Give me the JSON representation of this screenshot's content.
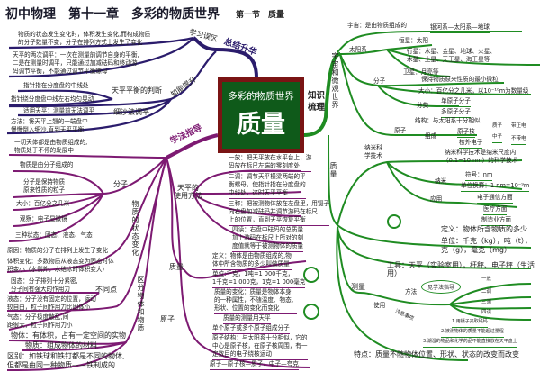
{
  "header": {
    "title": "初中物理　第十一章　多彩的物质世界",
    "section": "第一节　质量"
  },
  "center": {
    "subtitle": "多彩的物质世界",
    "title": "质量"
  },
  "branches": {
    "summary": "总结升华",
    "mistakes": "学习误区",
    "ability": "知能提升",
    "method": "学法指导",
    "knowledge": "知识梳理"
  },
  "left_top": [
    "物质的状态发生变化时，体积发生变化,而构成物质\n的分子数量不变，分子在排列方式上发生了变化",
    "天平的两次调平：一次在测量前调节自身的平衡,\n二是在测量时调平，只能通过加减砝码和移动游\n码调节平衡，不能通过调节平衡螺母",
    "指针指在分度盘的中线处",
    "指针绕分度盘中线左右均匀晃动",
    "天平平衡的判断",
    "适用天平：测量前无法调平",
    "细沙法调平",
    "方法：将天平上翘的一端盘中\n慢慢倒入细沙,直到天平平衡"
  ],
  "left_mid": [
    "一切天体都是由物质组成的,\n物质处于不停的发展中",
    "物质是由分子组成的",
    "分子是保持物质\n原来性质的粒子",
    "大小：百亿分之几米",
    "观察：电子显微镜",
    "三种状态：固态、液态、气态",
    "原因：物质的分子在排列上发生了变化",
    "体积变化：多数物质从液态变为固态时体\n积变小（水例外，水结冰时体积变大）",
    "分子",
    "物质的状态变化",
    "固态：分子排列十分紧密,\n分子间有强大的作用力",
    "不同点",
    "液态：分子没有固定的位置，运动\n较自由，粒子间作用力比固体小",
    "气态：分子极度散乱,间\n距很大，粒子间作用力小",
    "物体：有体积，占有一定空间的实物",
    "物质：组成物体的材料",
    "区别：如铁球和铁钉都是不同的物体,\n但都是由同一种物质——铁制成的",
    "区分物体和物质"
  ],
  "middle": [
    "天平的\n使用方法",
    "一放：把天平放在水平台上，游\n码放在标尺左端的零刻度处",
    "二调：调节天平横梁两端的平\n衡螺母，使指针指在分度盘的\n中线处，这时天平平衡",
    "三称：把被测物体放在左盘里，用镊子\n向右盘加减砝码并调节游码在标尺\n上的位置，直到天平恢复平衡",
    "四读：右盘中砝码的总质量\n加上游码在标尺上所对的刻\n度值就等于被测物体的质量",
    "定义：物体是由物质组成的,物\n体中所含物质的多少叫做质量",
    "单位:千克，1吨=1 000千克，\n1千克=1 000克，1克=1 000毫克",
    "质量的变化：质量是物体本身\n的一种属性，不随温度、物态、\n形状、位置的变化而变化",
    "质量的测量用天平",
    "单个原子或多个原子组成分子",
    "原子结构：与太阳系十分相似，它的\n中心是原子核，在原子核周围，有一\n定数目的电子绕核运动",
    "原子—原子核—质子、中子—夸克",
    "质量",
    "原子"
  ],
  "right": [
    "宇宙和微观世界",
    "宇宙：是由物质组成的",
    "银河系—太阳系—地球",
    "太阳系",
    "恒星：太阳",
    "行星：水星、金星、地球、火星、\n木星、土星、天王星、海王星等",
    "卫星：月亮等",
    "分子",
    "保持物质原来性质的最小微粒",
    "大小：百亿分之几米，以10⁻¹⁰m为数量级",
    "分类",
    "单原子分子",
    "多原子分子",
    "原子",
    "结构：与太阳系十分相似",
    "组成",
    "原子核",
    "核外电子",
    "质子",
    "带正电",
    "中子",
    "不带电",
    "纳米科\n学技术",
    "纳米科学技术是纳米尺度内\n（0.1~10 nm）的科学技术",
    "纳米",
    "符号：nm",
    "单位换算：1 nm=10⁻⁹m",
    "应用",
    "电子通信方面",
    "医疗方面",
    "制造业方面",
    "质量",
    "定义：物体所含物质的多少",
    "单位：千克（kg），吨（t），\n克（g），毫克（mg）",
    "工具：天平（实验室用），杆秤、电子秤（生活用）",
    "测量",
    "方法",
    "见学法指导",
    "一放",
    "二调",
    "三测",
    "四读",
    "使用",
    "注意事项",
    "1.用镊子夹取砝码",
    "2.被测物体的质量不能超过量程",
    "3.潮湿的物品和化学药品不能直接放在天平盘上",
    "特点：质量不随物体位置、形状、状态的改变而改变"
  ],
  "colors": {
    "summary_branch": "#2b1c6c",
    "method_branch": "#7d1a72",
    "knowledge_branch": "#1f8c22",
    "center_fill": "#0f5a1a",
    "center_border": "#7a1414"
  }
}
